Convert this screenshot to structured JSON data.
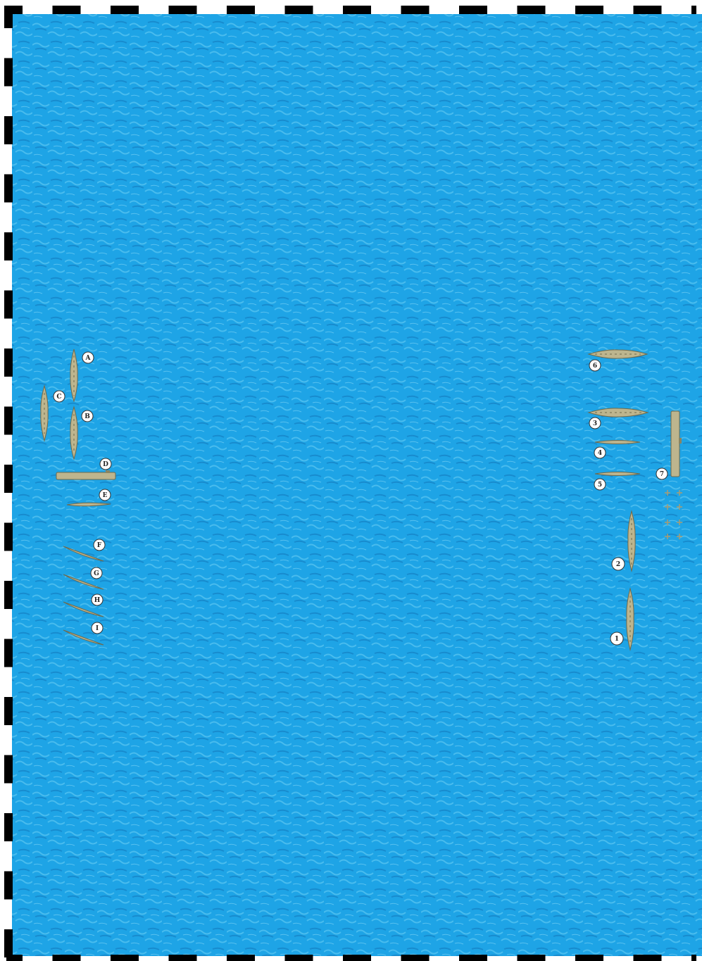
{
  "map": {
    "sea_color": "#1ea4e6",
    "sea_dark": "#1688cc",
    "sea_light": "#5cc6f2",
    "border_color": "#000000",
    "ship_color": "#bdb58e",
    "ship_outline": "#6f6a4c"
  },
  "ships": {
    "fleet_left": [
      {
        "id": "A",
        "label": "A"
      },
      {
        "id": "B",
        "label": "B"
      },
      {
        "id": "C",
        "label": "C"
      },
      {
        "id": "D",
        "label": "D"
      },
      {
        "id": "E",
        "label": "E"
      },
      {
        "id": "F",
        "label": "F"
      },
      {
        "id": "G",
        "label": "G"
      },
      {
        "id": "H",
        "label": "H"
      },
      {
        "id": "I",
        "label": "I"
      }
    ],
    "fleet_right": [
      {
        "id": "1",
        "label": "1"
      },
      {
        "id": "2",
        "label": "2"
      },
      {
        "id": "3",
        "label": "3"
      },
      {
        "id": "4",
        "label": "4"
      },
      {
        "id": "5",
        "label": "5"
      },
      {
        "id": "6",
        "label": "6"
      },
      {
        "id": "7",
        "label": "7"
      }
    ]
  },
  "aircraft_group": {
    "count": 8,
    "icon": "aircraft-icon"
  }
}
